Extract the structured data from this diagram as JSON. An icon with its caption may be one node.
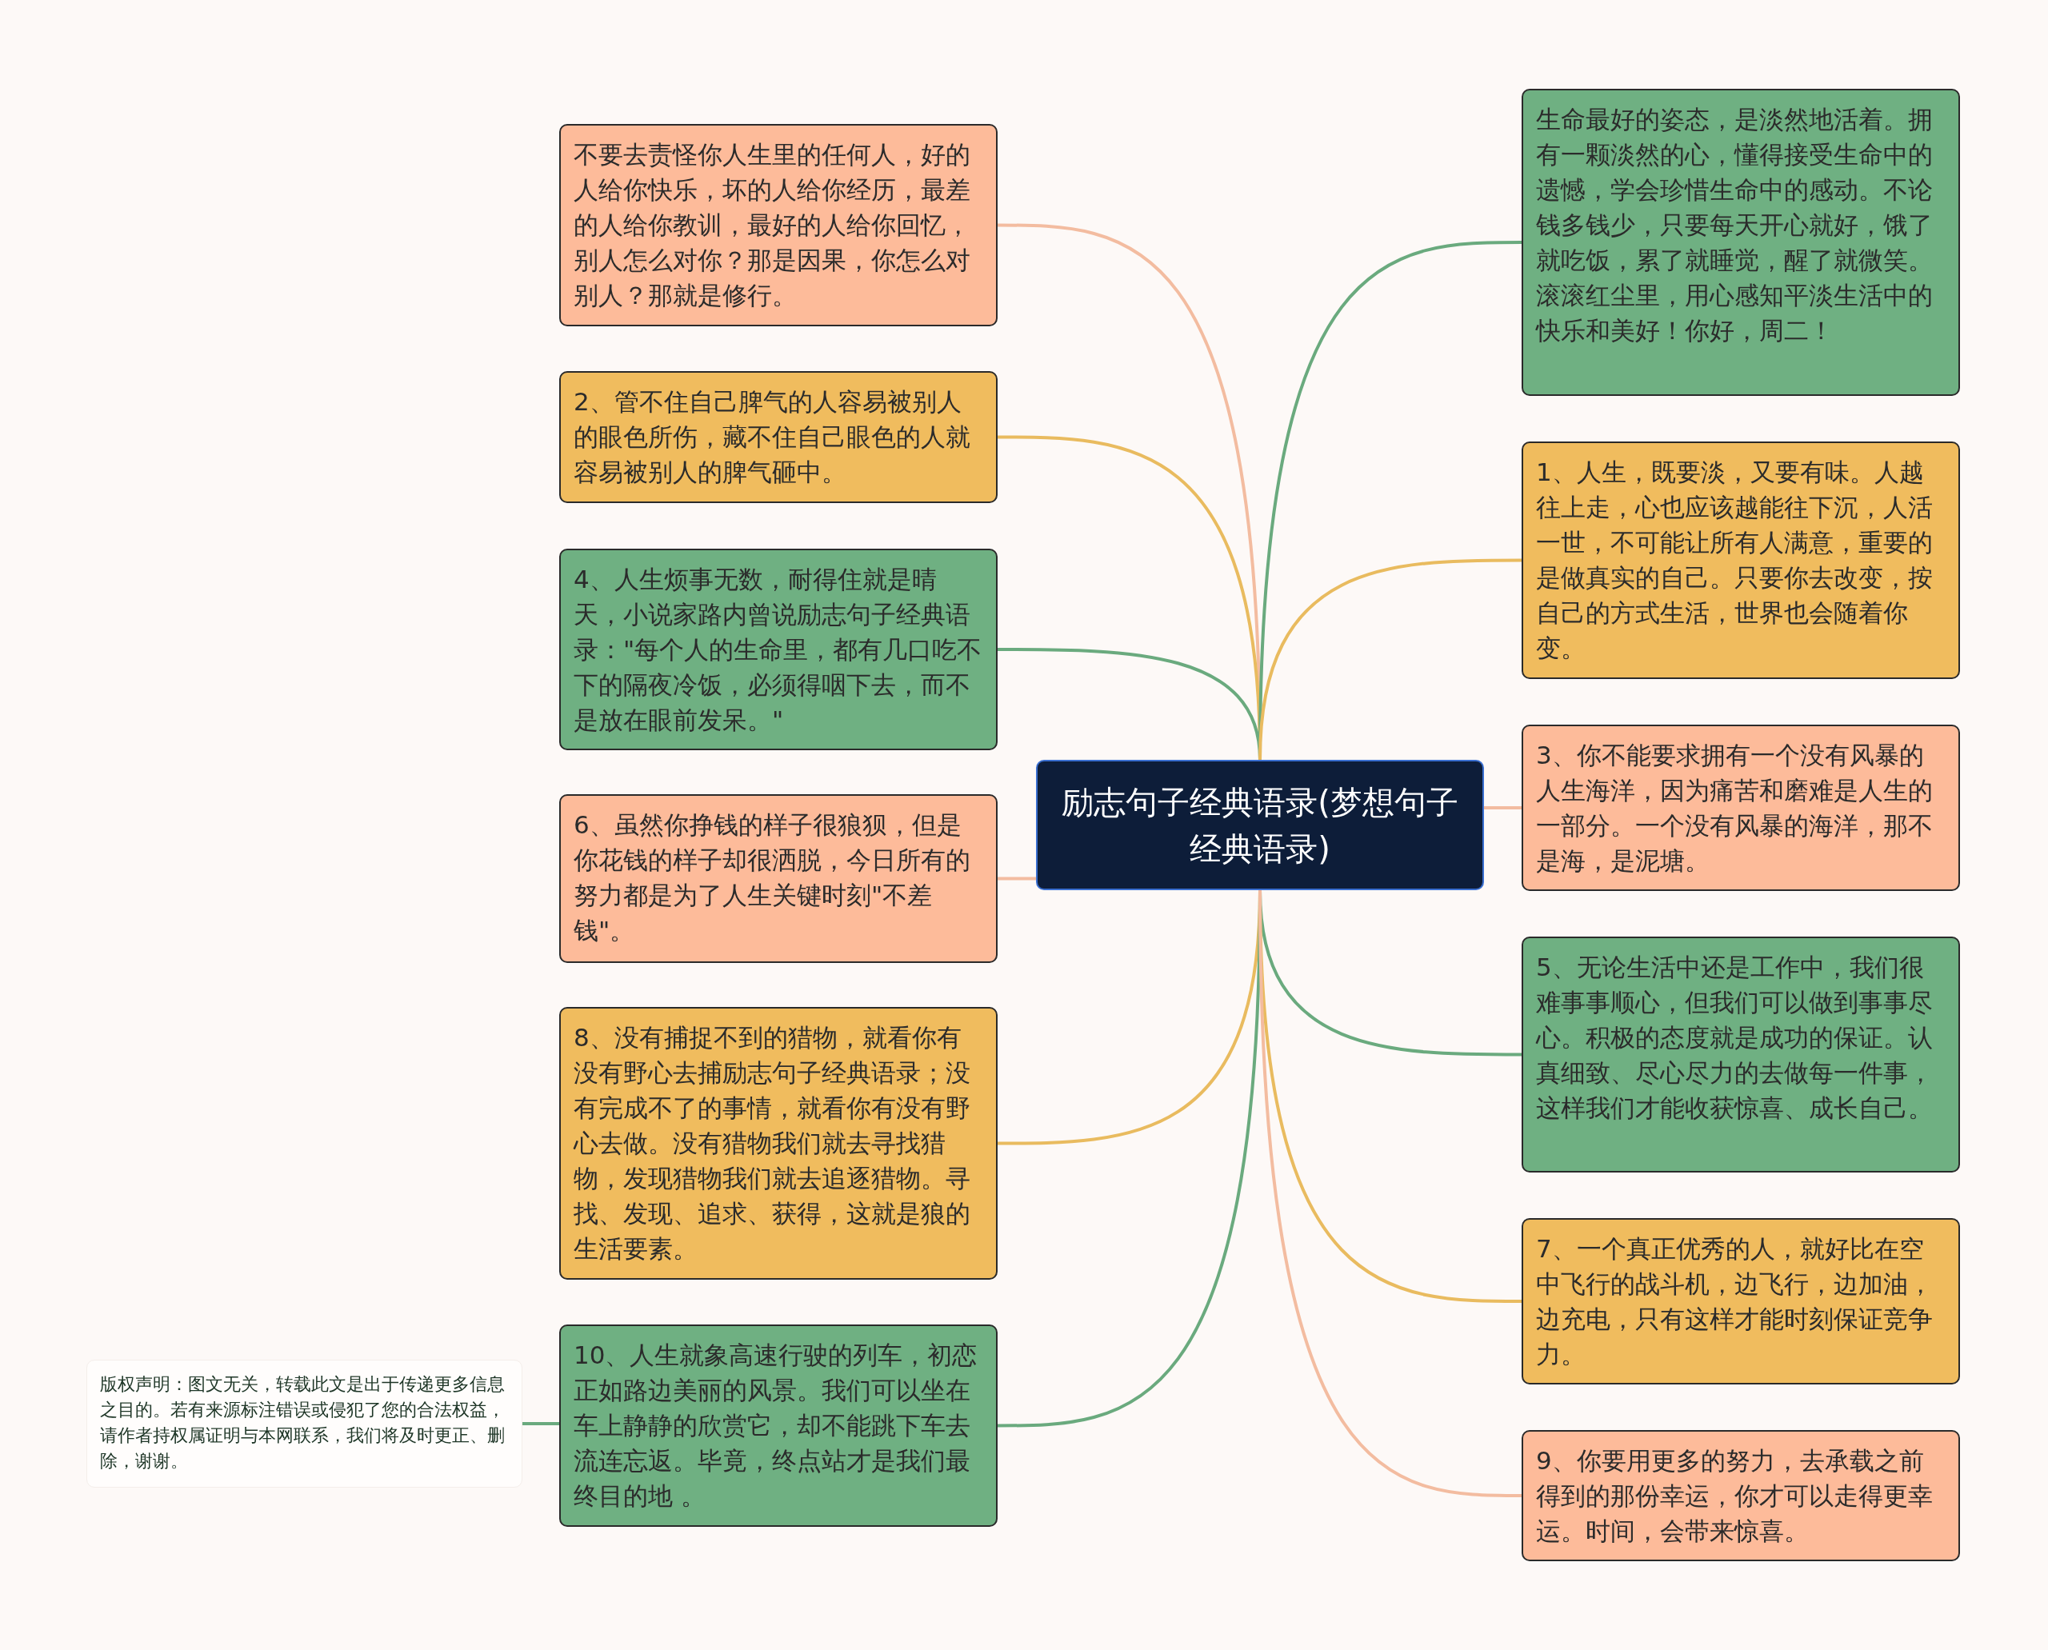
{
  "diagram": {
    "nodes": [
      {
        "text": [
          "励志句子经典语录(梦想句子经典语录)"
        ]
      },
      {
        "text": [
          "不要去责怪你人生里的任何人，好的人给你快乐，坏的人给你经历，最差的人给你教训，最好的人给你回忆，别人怎么对你？那是因果，你怎么对别人？那就是修行。"
        ]
      },
      {
        "text": [
          "2、管不住自己脾气的人容易被别人的眼色所伤，藏不住自己眼色的人就容易被别人的脾气砸中。"
        ]
      },
      {
        "text": [
          "4、人生烦事无数，耐得住就是晴天，小说家路内曾说励志句子经典语录：\"每个人的生命里，都有几口吃不下的隔夜冷饭，必须得咽下去，而不是放在眼前发呆。\""
        ]
      },
      {
        "text": [
          "6、虽然你挣钱的样子很狼狈，但是你花钱的样子却很洒脱，今日所有的努力都是为了人生关键时刻\"不差钱\"。"
        ]
      },
      {
        "text": [
          "8、没有捕捉不到的猎物，就看你有没有野心去捕励志句子经典语录；没有完成不了的事情，就看你有没有野心去做。没有猎物我们就去寻找猎物，发现猎物我们就去追逐猎物。寻找、发现、追求、获得，这就是狼的生活要素。"
        ]
      },
      {
        "text": [
          "10、人生就象高速行驶的列车，初恋正如路边美丽的风景。我们可以坐在车上静静的欣赏它，却不能跳下车去流连忘返。毕竟，终点站才是我们最终目的地 。"
        ]
      },
      {
        "text": [
          "版权声明：图文无关，转载此文是出于传递更多信息之目的。若有来源标注错误或侵犯了您的合法权益，请作者持权属证明与本网联系，我们将及时更正、删除，谢谢。"
        ]
      },
      {
        "text": [
          "生命最好的姿态，是淡然地活着。拥有一颗淡然的心，懂得接受生命中的遗憾，学会珍惜生命中的感动。不论钱多钱少，只要每天开心就好，饿了就吃饭，累了就睡觉，醒了就微笑。滚滚红尘里，用心感知平淡生活中的快乐和美好！你好，周二！"
        ]
      },
      {
        "text": [
          "1、人生，既要淡，又要有味。人越往上走，心也应该越能往下沉，人活一世，不可能让所有人满意，重要的是做真实的自己。只要你去改变，按自己的方式生活，世界也会随着你变。"
        ]
      },
      {
        "text": [
          "3、你不能要求拥有一个没有风暴的人生海洋，因为痛苦和磨难是人生的一部分。一个没有风暴的海洋，那不是海，是泥塘。"
        ]
      },
      {
        "text": [
          "5、无论生活中还是工作中，我们很难事事顺心，但我们可以做到事事尽心。积极的态度就是成功的保证。认真细致、尽心尽力的去做每一件事，这样我们才能收获惊喜、成长自己。"
        ]
      },
      {
        "text": [
          "7、一个真正优秀的人，就好比在空中飞行的战斗机，边飞行，边加油，边充电，只有这样才能时刻保证竞争力。"
        ]
      },
      {
        "text": [
          "9、你要用更多的努力，去承载之前得到的那份幸运，你才可以走得更幸运。时间，会带来惊喜。"
        ]
      }
    ],
    "edges": [
      {
        "from": 0,
        "to": 1,
        "arrow": "none",
        "color": "#f3bca0"
      },
      {
        "from": 0,
        "to": 2,
        "arrow": "none",
        "color": "#e9bb5f"
      },
      {
        "from": 0,
        "to": 3,
        "arrow": "none"
      },
      {
        "from": 0,
        "to": 4,
        "arrow": "none",
        "color": "#f3bca0"
      },
      {
        "from": 0,
        "to": 5,
        "arrow": "none",
        "color": "#e9bb5f"
      },
      {
        "from": 0,
        "to": 6,
        "arrow": "none"
      },
      {
        "from": 6,
        "to": 7,
        "arrow": "none"
      },
      {
        "from": 0,
        "to": 8,
        "arrow": "none"
      },
      {
        "from": 0,
        "to": 9,
        "arrow": "none",
        "color": "#e9bb5f"
      },
      {
        "from": 0,
        "to": 10,
        "arrow": "none",
        "color": "#f3bca0"
      },
      {
        "from": 0,
        "to": 11,
        "arrow": "none"
      },
      {
        "from": 0,
        "to": 12,
        "arrow": "none",
        "color": "#e9bb5f"
      },
      {
        "from": 0,
        "to": 13,
        "arrow": "none",
        "color": "#f3bca0"
      }
    ]
  }
}
